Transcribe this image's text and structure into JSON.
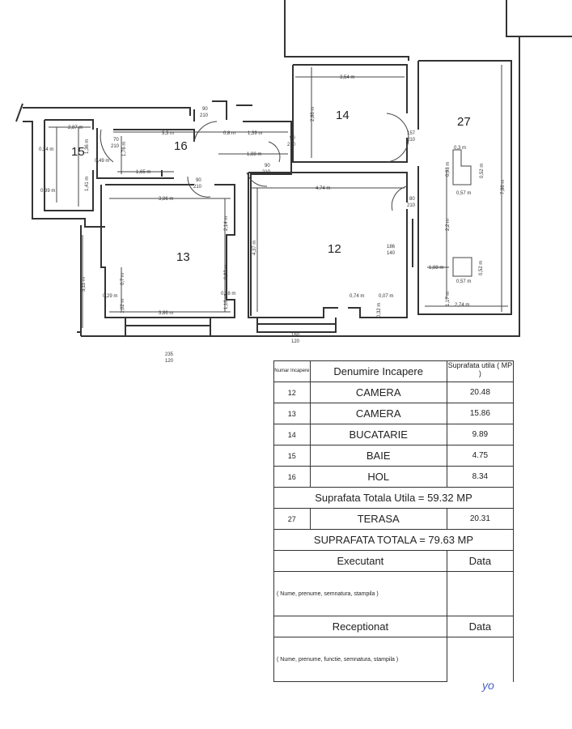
{
  "plan": {
    "rooms": {
      "r12": "12",
      "r13": "13",
      "r14": "14",
      "r15": "15",
      "r16": "16",
      "r27": "27"
    },
    "dims": {
      "d354": "3,54 m",
      "d286": "2,86 m",
      "d474": "4,74 m",
      "d437": "4,37 m",
      "d074": "0,74 m",
      "d007": "0,07 m",
      "d032": "0,32 m",
      "d03": "0,3 m",
      "d098": "0,98 m",
      "d052a": "0,52 m",
      "d057a": "0,57 m",
      "d22": "2,2 m",
      "d188b": "1,88 m",
      "d052b": "0,52 m",
      "d057b": "0,57 m",
      "d117": "1,17 m",
      "d274": "2,74 m",
      "d786": "7,86 m",
      "d287": "2,87 m",
      "d33": "3,3 m",
      "d08": "0,8 m",
      "d139": "1,39 m",
      "d188": "1,88 m",
      "d165": "1,65 m",
      "d176": "1,76 m",
      "d136": "1,36 m",
      "d141": "1,41 m",
      "d024": "0,24 m",
      "d049": "0,49 m",
      "d039": "0,39 m",
      "d386t": "3,86 m",
      "d214": "2,14 m",
      "d082": "0,82 m",
      "d028": "0,28 m",
      "d116": "1,16 m",
      "d386b": "3,86 m",
      "d311": "3,11 m",
      "d07": "0,7 m",
      "d029": "0,29 m",
      "d102": "1,02 m"
    },
    "doors": {
      "d1n": "90",
      "d1d": "210",
      "d2n": "70",
      "d2d": "210",
      "d3n": "90",
      "d3d": "210",
      "d4n": "90",
      "d4d": "210",
      "d5n": "90",
      "d5d": "210",
      "d6n": "157",
      "d6d": "210",
      "d7n": "80",
      "d7d": "210",
      "w1n": "186",
      "w1d": "140",
      "w2n": "160",
      "w2d": "120",
      "w3n": "235",
      "w3d": "120"
    }
  },
  "table": {
    "header": {
      "nr": "Numar Incapere",
      "name": "Denumire Incapere",
      "area": "Suprafata utila ( MP )"
    },
    "rows": [
      {
        "nr": "12",
        "name": "CAMERA",
        "area": "20.48"
      },
      {
        "nr": "13",
        "name": "CAMERA",
        "area": "15.86"
      },
      {
        "nr": "14",
        "name": "BUCATARIE",
        "area": "9.89"
      },
      {
        "nr": "15",
        "name": "BAIE",
        "area": "4.75"
      },
      {
        "nr": "16",
        "name": "HOL",
        "area": "8.34"
      }
    ],
    "total_utila": "Suprafata Totala Utila = 59.32 MP",
    "terrace": {
      "nr": "27",
      "name": "TERASA",
      "area": "20.31"
    },
    "total": "SUPRAFATA TOTALA = 79.63 MP",
    "executant": "Executant",
    "executant_hint": "( Nume, prenume, semnatura, stampila )",
    "receptionat": "Receptionat",
    "receptionat_hint": "( Nume, prenume, functie, semnatura, stampila )",
    "date_label": "Data"
  },
  "handwritten_mark": "yo"
}
